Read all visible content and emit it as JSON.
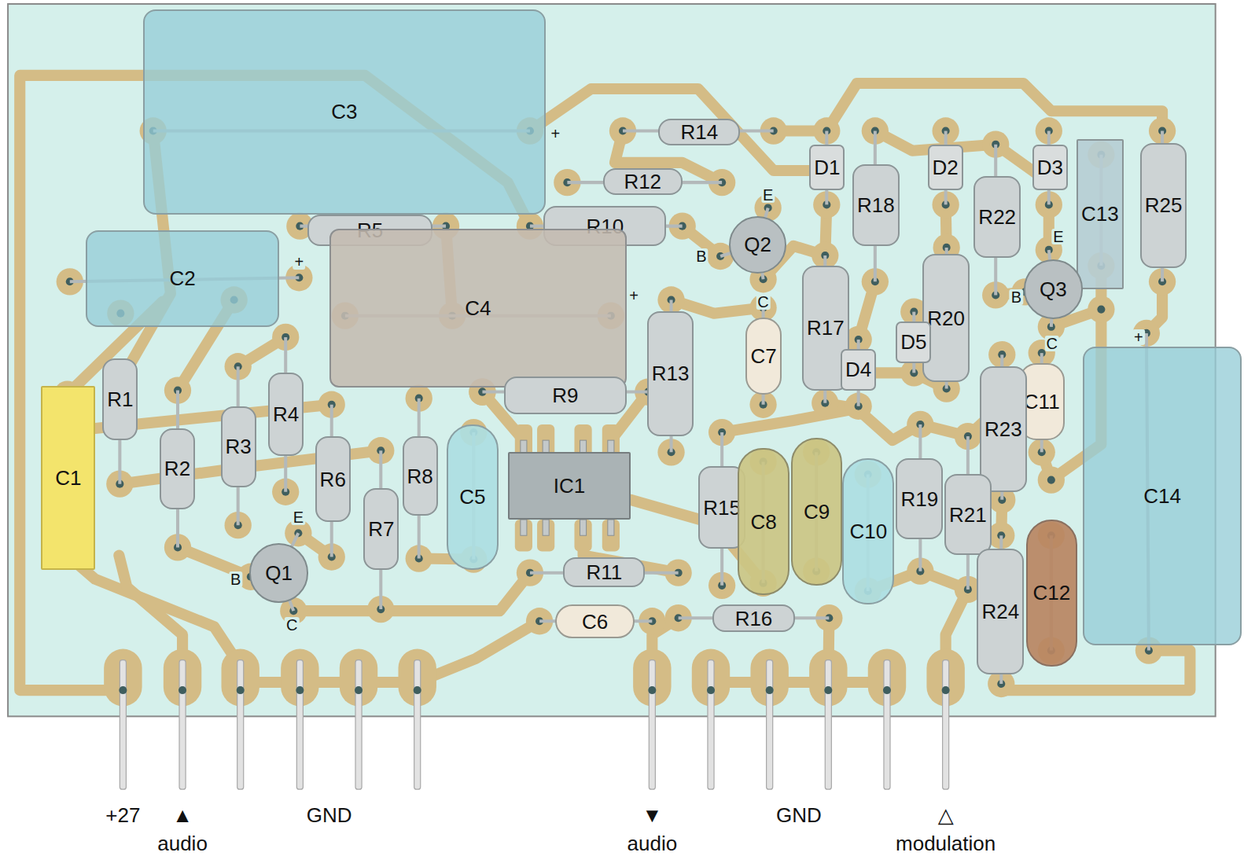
{
  "diagram": {
    "nodes": [
      {
        "text": [
          "C3"
        ]
      },
      {
        "text": [
          "R14"
        ]
      },
      {
        "text": [
          "R12"
        ]
      },
      {
        "text": [
          "D1"
        ]
      },
      {
        "text": [
          "D2"
        ]
      },
      {
        "text": [
          "D3"
        ]
      },
      {
        "text": [
          "R18"
        ]
      },
      {
        "text": [
          "R22"
        ]
      },
      {
        "text": [
          "C13"
        ]
      },
      {
        "text": [
          "R25"
        ]
      },
      {
        "text": [
          "R5"
        ]
      },
      {
        "text": [
          "R10"
        ]
      },
      {
        "text": [
          "Q2"
        ]
      },
      {
        "text": [
          "C2"
        ]
      },
      {
        "text": [
          "C4"
        ]
      },
      {
        "text": [
          "Q3"
        ]
      },
      {
        "text": [
          "R20"
        ]
      },
      {
        "text": [
          "R17"
        ]
      },
      {
        "text": [
          "C7"
        ]
      },
      {
        "text": [
          "D5"
        ]
      },
      {
        "text": [
          "D4"
        ]
      },
      {
        "text": [
          "R13"
        ]
      },
      {
        "text": [
          "R1"
        ]
      },
      {
        "text": [
          "R9"
        ]
      },
      {
        "text": [
          "C11"
        ]
      },
      {
        "text": [
          "R23"
        ]
      },
      {
        "text": [
          "C1"
        ]
      },
      {
        "text": [
          "R4"
        ]
      },
      {
        "text": [
          "R3"
        ]
      },
      {
        "text": [
          "R2"
        ]
      },
      {
        "text": [
          "R6"
        ]
      },
      {
        "text": [
          "R8"
        ]
      },
      {
        "text": [
          "C5"
        ]
      },
      {
        "text": [
          "IC1"
        ]
      },
      {
        "text": [
          "C14"
        ]
      },
      {
        "text": [
          "R15"
        ]
      },
      {
        "text": [
          "C8"
        ]
      },
      {
        "text": [
          "C9"
        ]
      },
      {
        "text": [
          "C10"
        ]
      },
      {
        "text": [
          "R19"
        ]
      },
      {
        "text": [
          "R21"
        ]
      },
      {
        "text": [
          "R7"
        ]
      },
      {
        "text": [
          "Q1"
        ]
      },
      {
        "text": [
          "R11"
        ]
      },
      {
        "text": [
          "R24"
        ]
      },
      {
        "text": [
          "C12"
        ]
      },
      {
        "text": [
          "C6"
        ]
      },
      {
        "text": [
          "R16"
        ]
      }
    ],
    "labels": [
      "E",
      "B",
      "C",
      "E",
      "B",
      "C",
      "E",
      "B",
      "C",
      "+",
      "+",
      "+",
      "+",
      "+27",
      "▲",
      "audio",
      "GND",
      "▼",
      "audio",
      "GND",
      "△",
      "modulation"
    ]
  }
}
